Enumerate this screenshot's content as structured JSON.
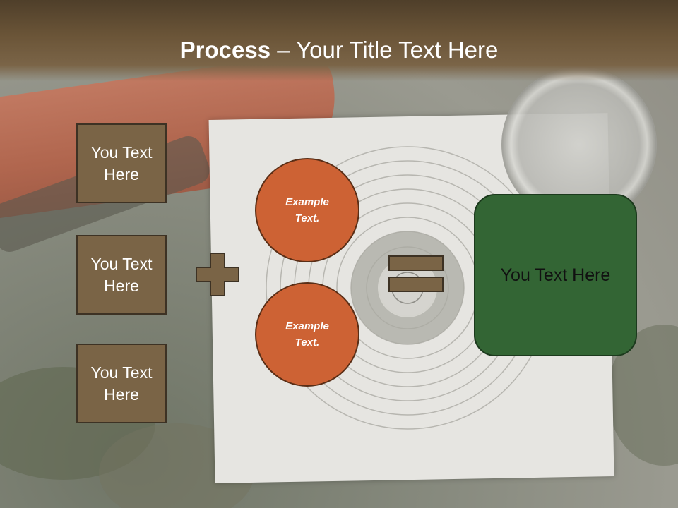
{
  "title": {
    "bold": "Process",
    "rest": " – Your Title Text Here"
  },
  "left_boxes": [
    "You Text Here",
    "You Text Here",
    "You Text Here"
  ],
  "circles": [
    "Example Text.",
    "Example Text."
  ],
  "result": "You Text Here",
  "colors": {
    "header": "#6b5538",
    "box": "#7a6446",
    "circle": "#cd6234",
    "result": "#336534"
  }
}
